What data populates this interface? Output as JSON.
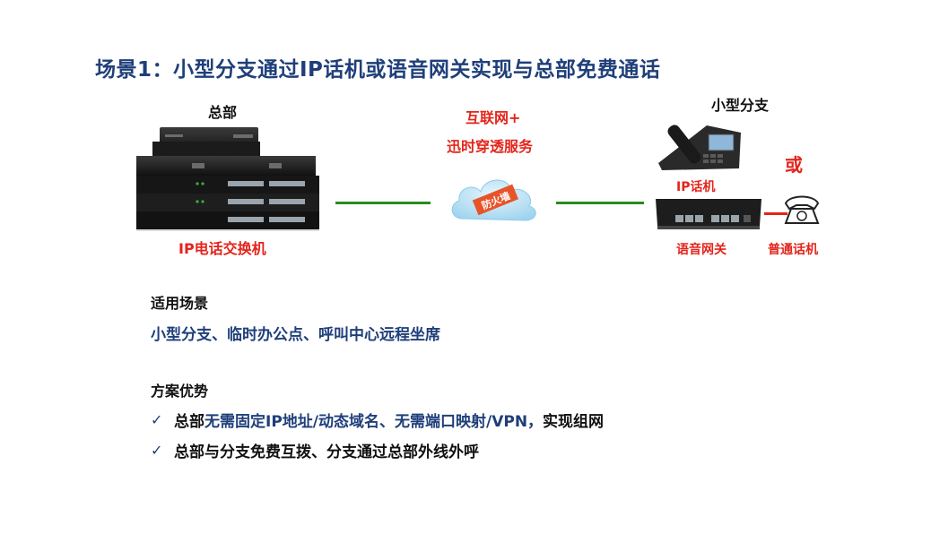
{
  "title": "场景1：小型分支通过IP话机或语音网关实现与总部免费通话",
  "hq": {
    "label": "总部",
    "device_label": "IP电话交换机"
  },
  "cloud": {
    "line1": "互联网+",
    "line2": "迅时穿透服务",
    "firewall_text": "防火墙"
  },
  "branch": {
    "label": "小型分支",
    "ip_phone_label": "IP话机",
    "or_label": "或",
    "gateway_label": "语音网关",
    "analog_phone_label": "普通话机"
  },
  "scenarios": {
    "heading": "适用场景",
    "text": "小型分支、临时办公点、呼叫中心远程坐席"
  },
  "advantages": {
    "heading": "方案优势",
    "items": [
      {
        "check": "✓",
        "part1": "总部",
        "part2": "无需固定IP地址/动态域名、无需端口映射/VPN，",
        "part3": "实现组网"
      },
      {
        "check": "✓",
        "part1": "总部与分支免费互拨、分支通过总部外线外呼",
        "part2": "",
        "part3": ""
      }
    ]
  },
  "colors": {
    "title_blue": "#1f3f7a",
    "red": "#e3241b",
    "green_line": "#2a8a1f"
  }
}
